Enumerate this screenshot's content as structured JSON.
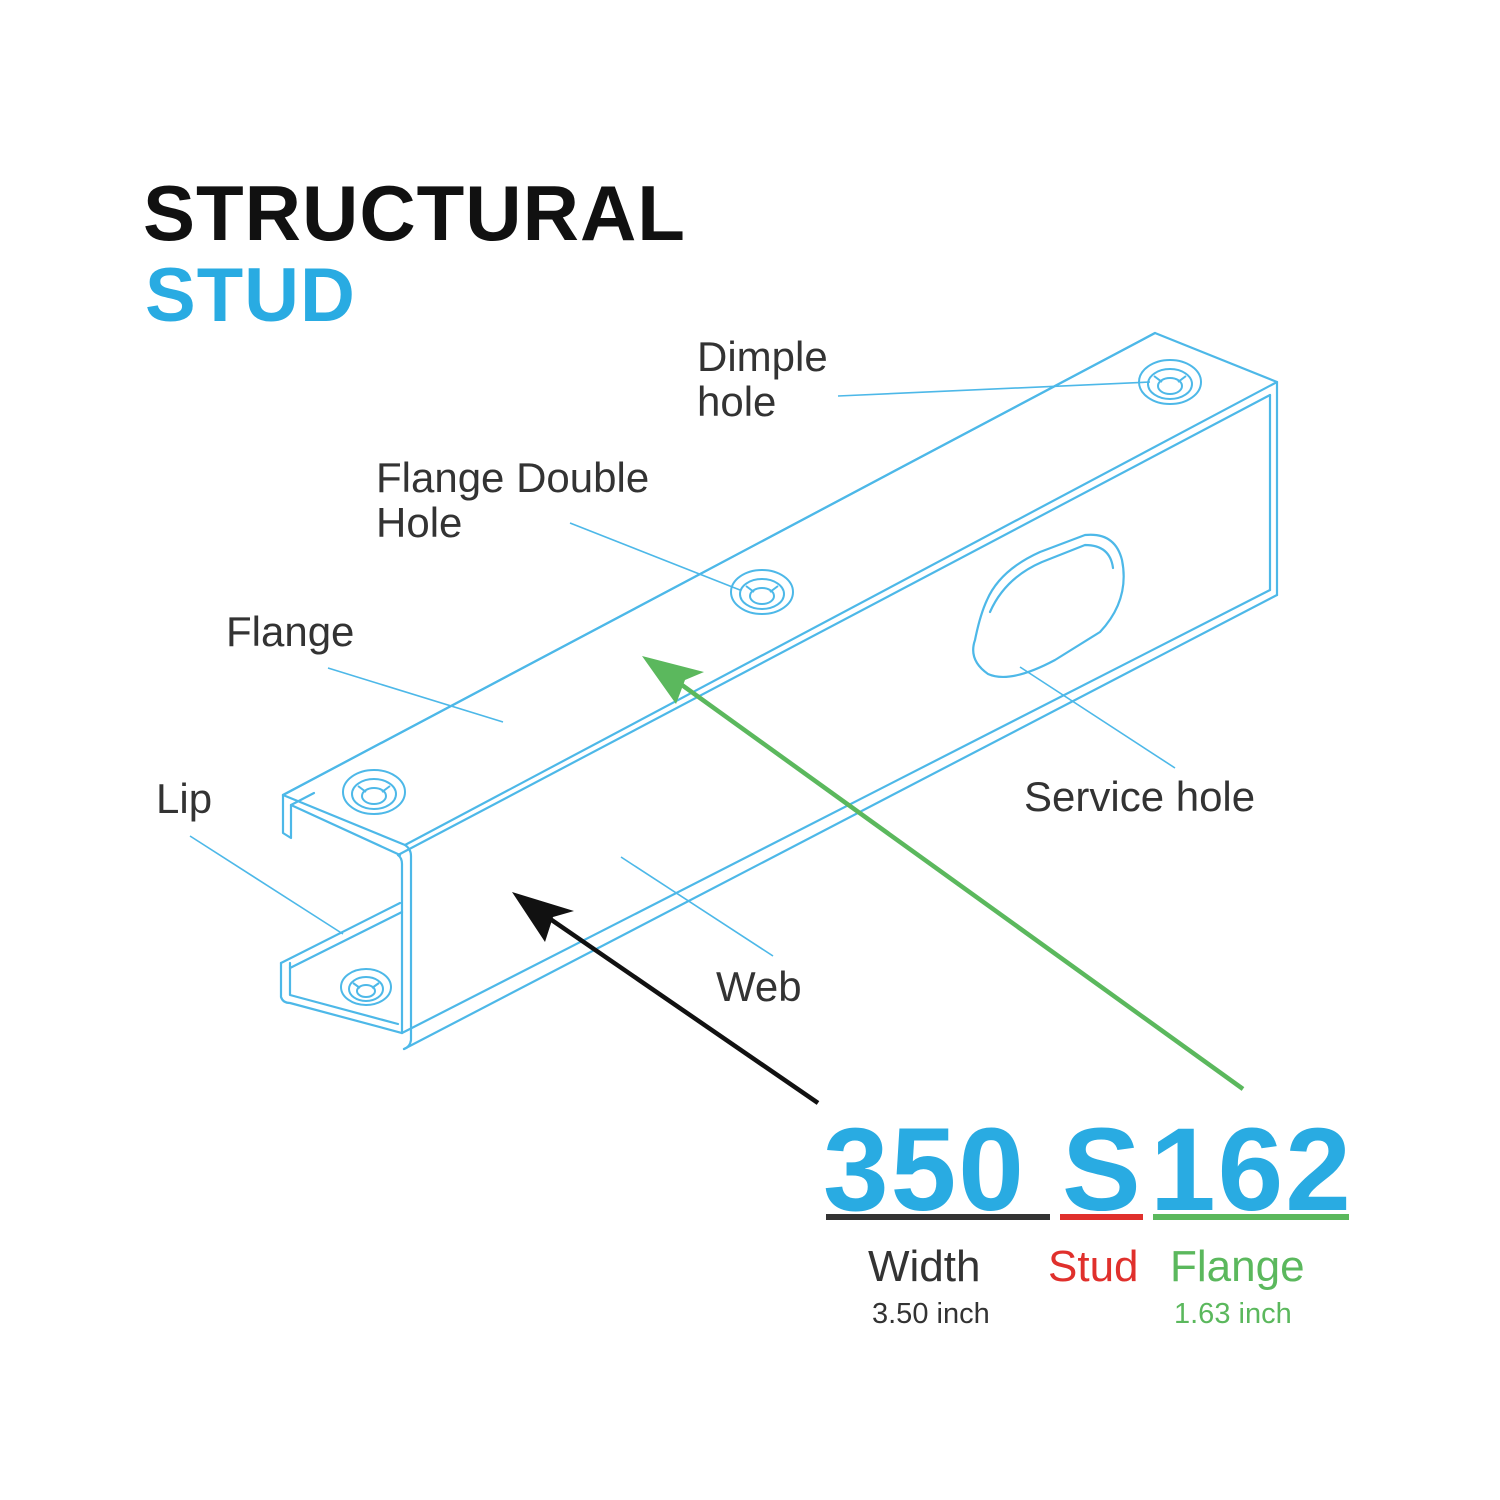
{
  "title": {
    "line1": "STRUCTURAL",
    "line2": "STUD"
  },
  "callouts": {
    "dimple_hole": [
      "Dimple",
      "hole"
    ],
    "flange_double_hole": [
      "Flange Double",
      "Hole"
    ],
    "flange": "Flange",
    "lip": "Lip",
    "service_hole": "Service hole",
    "web": "Web"
  },
  "designation": {
    "width_code": "350",
    "type_code": "S",
    "flange_code": "162"
  },
  "legend": {
    "width_label": "Width",
    "width_value": "3.50 inch",
    "stud_label": "Stud",
    "flange_label": "Flange",
    "flange_value": "1.63 inch"
  },
  "colors": {
    "accent_blue": "#29abe2",
    "outline_blue": "#4db8e8",
    "dark": "#111111",
    "text_gray": "#333333",
    "stud_red": "#e0302c",
    "flange_green": "#5bb85d"
  }
}
